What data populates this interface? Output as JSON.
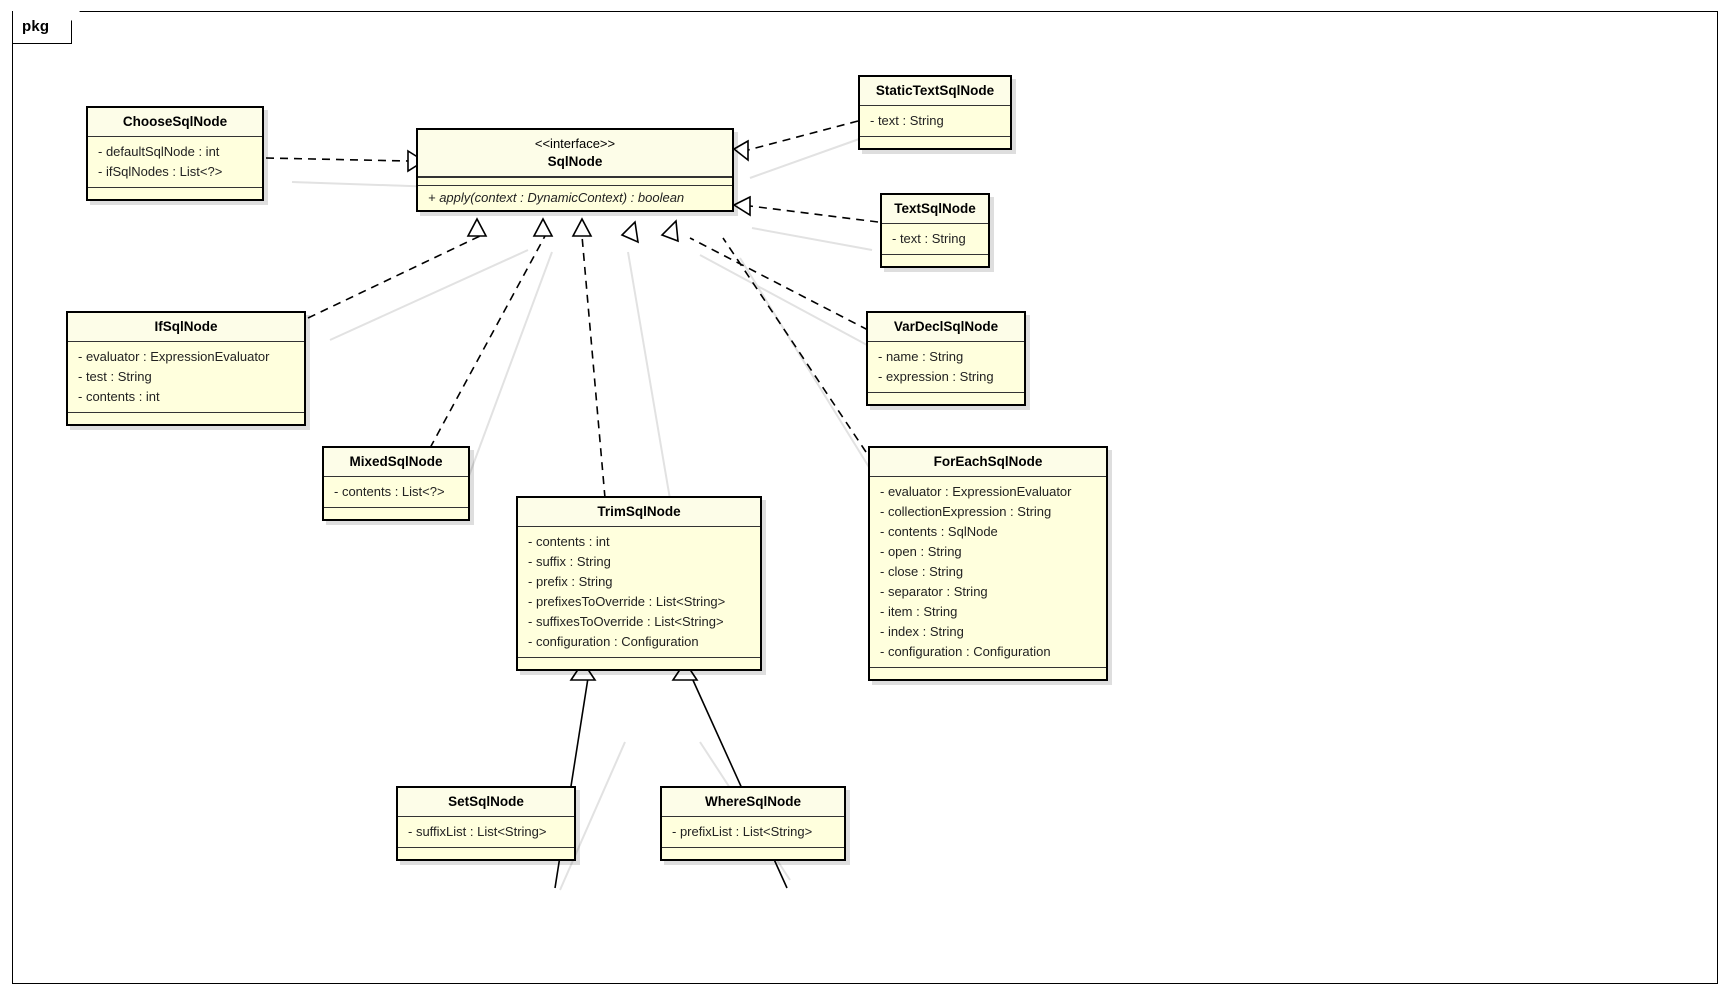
{
  "diagram": {
    "kind": "uml-class-diagram",
    "package_label": "pkg",
    "background": "#ffffff",
    "box_fill": "#ffffdd",
    "box_header_fill": "#fdfde8",
    "border_color": "#000000"
  },
  "classes": {
    "choose": {
      "name": "ChooseSqlNode",
      "attributes": [
        "- defaultSqlNode : int",
        "- ifSqlNodes : List<?>"
      ],
      "operations": []
    },
    "sqlnode": {
      "stereotype": "<<interface>>",
      "name": "SqlNode",
      "attributes": [],
      "operations": [
        "+ apply(context : DynamicContext) : boolean"
      ]
    },
    "statictext": {
      "name": "StaticTextSqlNode",
      "attributes": [
        "- text : String"
      ],
      "operations": []
    },
    "text": {
      "name": "TextSqlNode",
      "attributes": [
        "- text : String"
      ],
      "operations": []
    },
    "ifnode": {
      "name": "IfSqlNode",
      "attributes": [
        "- evaluator : ExpressionEvaluator",
        "- test : String",
        "- contents : int"
      ],
      "operations": []
    },
    "vardecl": {
      "name": "VarDeclSqlNode",
      "attributes": [
        "- name : String",
        "- expression : String"
      ],
      "operations": []
    },
    "mixed": {
      "name": "MixedSqlNode",
      "attributes": [
        "- contents : List<?>"
      ],
      "operations": []
    },
    "trim": {
      "name": "TrimSqlNode",
      "attributes": [
        "- contents : int",
        "- suffix : String",
        "- prefix : String",
        "- prefixesToOverride : List<String>",
        "- suffixesToOverride : List<String>",
        "- configuration : Configuration"
      ],
      "operations": []
    },
    "foreach": {
      "name": "ForEachSqlNode",
      "attributes": [
        "- evaluator : ExpressionEvaluator",
        "- collectionExpression : String",
        "- contents : SqlNode",
        "- open : String",
        "- close : String",
        "- separator : String",
        "- item : String",
        "- index : String",
        "- configuration : Configuration"
      ],
      "operations": []
    },
    "setnode": {
      "name": "SetSqlNode",
      "attributes": [
        "- suffixList : List<String>"
      ],
      "operations": []
    },
    "wherenode": {
      "name": "WhereSqlNode",
      "attributes": [
        "- prefixList : List<String>"
      ],
      "operations": []
    }
  },
  "relationships": [
    {
      "from": "ChooseSqlNode",
      "to": "SqlNode",
      "type": "realization"
    },
    {
      "from": "StaticTextSqlNode",
      "to": "SqlNode",
      "type": "realization"
    },
    {
      "from": "TextSqlNode",
      "to": "SqlNode",
      "type": "realization"
    },
    {
      "from": "IfSqlNode",
      "to": "SqlNode",
      "type": "realization"
    },
    {
      "from": "MixedSqlNode",
      "to": "SqlNode",
      "type": "realization"
    },
    {
      "from": "TrimSqlNode",
      "to": "SqlNode",
      "type": "realization"
    },
    {
      "from": "VarDeclSqlNode",
      "to": "SqlNode",
      "type": "realization"
    },
    {
      "from": "ForEachSqlNode",
      "to": "SqlNode",
      "type": "realization"
    },
    {
      "from": "SetSqlNode",
      "to": "TrimSqlNode",
      "type": "generalization"
    },
    {
      "from": "WhereSqlNode",
      "to": "TrimSqlNode",
      "type": "generalization"
    }
  ]
}
